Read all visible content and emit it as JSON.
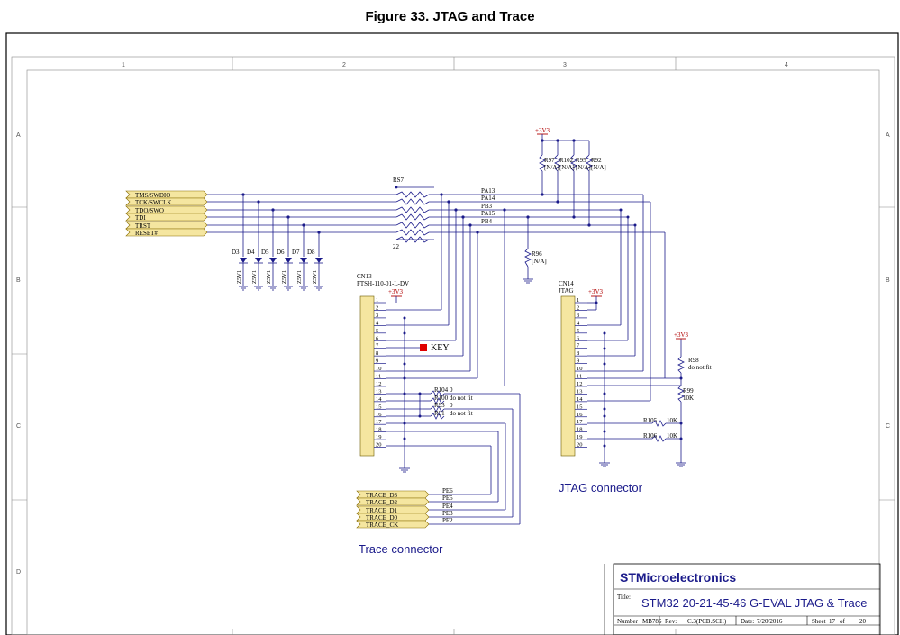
{
  "figure_title": "Figure 33. JTAG and Trace",
  "zones": {
    "columns": [
      "1",
      "2",
      "3",
      "4"
    ],
    "rows": [
      "A",
      "B",
      "C",
      "D"
    ]
  },
  "left_signals": [
    "TMS/SWDIO",
    "TCK/SWCLK",
    "TDO/SWO",
    "TDI",
    "TRST",
    "RESET#"
  ],
  "trace_signals": [
    "TRACE_D3",
    "TRACE_D2",
    "TRACE_D1",
    "TRACE_D0",
    "TRACE_CK"
  ],
  "trace_nets": [
    "PE6",
    "PE5",
    "PE4",
    "PE3",
    "PE2"
  ],
  "port_nets": [
    "PA13",
    "PA14",
    "PB3",
    "PA15",
    "PB4"
  ],
  "diodes": [
    "D3",
    "D4",
    "D5",
    "D6",
    "D7",
    "D8"
  ],
  "diode_value": "Z5V1",
  "rs7": {
    "ref": "RS7",
    "value": "22"
  },
  "pullups": [
    {
      "ref": "R97",
      "value": "[N/A]"
    },
    {
      "ref": "R102",
      "value": "[N/A]"
    },
    {
      "ref": "R95",
      "value": "[N/A]"
    },
    {
      "ref": "R92",
      "value": "[N/A]"
    }
  ],
  "r96": {
    "ref": "R96",
    "value": "[N/A]"
  },
  "power_label": "+3V3",
  "cn13": {
    "ref": "CN13",
    "part": "FTSH-110-01-L-DV"
  },
  "cn14": {
    "ref": "CN14",
    "part": "JTAG"
  },
  "pins": [
    "1",
    "2",
    "3",
    "4",
    "5",
    "6",
    "7",
    "8",
    "9",
    "10",
    "11",
    "12",
    "13",
    "14",
    "15",
    "16",
    "17",
    "18",
    "19",
    "20"
  ],
  "key_label": "KEY",
  "trace_resistors": [
    {
      "ref": "R104",
      "value": "0"
    },
    {
      "ref": "R100",
      "value": "do not fit"
    },
    {
      "ref": "R93",
      "value": "0"
    },
    {
      "ref": "R91",
      "value": "do not fit"
    }
  ],
  "r98": {
    "ref": "R98",
    "value": "do not fit"
  },
  "r99": {
    "ref": "R99",
    "value": "10K"
  },
  "r105": {
    "ref": "R105",
    "value": "10K"
  },
  "r106": {
    "ref": "R106",
    "value": "10K"
  },
  "captions": {
    "jtag": "JTAG connector",
    "trace": "Trace connector"
  },
  "title_block": {
    "company": "STMicroelectronics",
    "title_label": "Title:",
    "title": "STM32 20-21-45-46 G-EVAL JTAG & Trace",
    "number_label": "Number",
    "number": "MB786",
    "rev_label": "Rev:",
    "rev": "C.3(PCB.SCH)",
    "date_label": "Date:",
    "date": "7/20/2016",
    "sheet_label": "Sheet",
    "sheet": "17",
    "of_label": "of",
    "of": "20"
  },
  "colors": {
    "wire": "#1a1a8a",
    "power": "#b00000",
    "connector": "#f5e6a0",
    "key": "#e00000",
    "text": "#1a1a8a"
  }
}
